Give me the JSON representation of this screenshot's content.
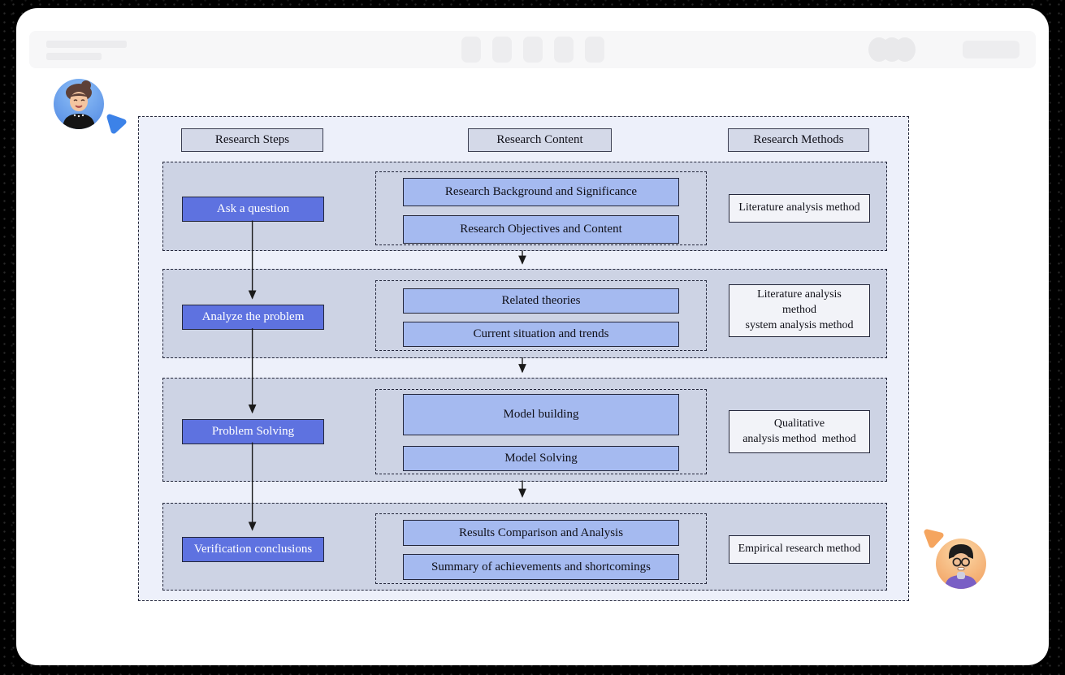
{
  "diagram": {
    "headers": [
      "Research Steps",
      "Research Content",
      "Research Methods"
    ],
    "rows": [
      {
        "step": "Ask a question",
        "contents": [
          "Research Background and Significance",
          "Research Objectives and Content"
        ],
        "method": "Literature analysis method"
      },
      {
        "step": "Analyze the problem",
        "contents": [
          "Related theories",
          "Current situation and trends"
        ],
        "method": "Literature analysis\nmethod\nsystem analysis method"
      },
      {
        "step": "Problem Solving",
        "contents": [
          "Model building",
          "Model Solving"
        ],
        "method": "Qualitative\nanalysis method  method"
      },
      {
        "step": "Verification conclusions",
        "contents": [
          "Results Comparison and Analysis",
          "Summary of achievements and shortcomings"
        ],
        "method": "Empirical research method"
      }
    ]
  },
  "colors": {
    "panel_fill": "#edf0fa",
    "row_fill": "#cdd3e4",
    "header_fill": "#d4d9e8",
    "step_fill": "#5e72e0",
    "content_fill": "#a5baf0",
    "method_fill": "#f2f3f8",
    "arrow_color": "#1a1a1a",
    "cursor_blue": "#3c82e8",
    "cursor_orange": "#f5a55f"
  }
}
